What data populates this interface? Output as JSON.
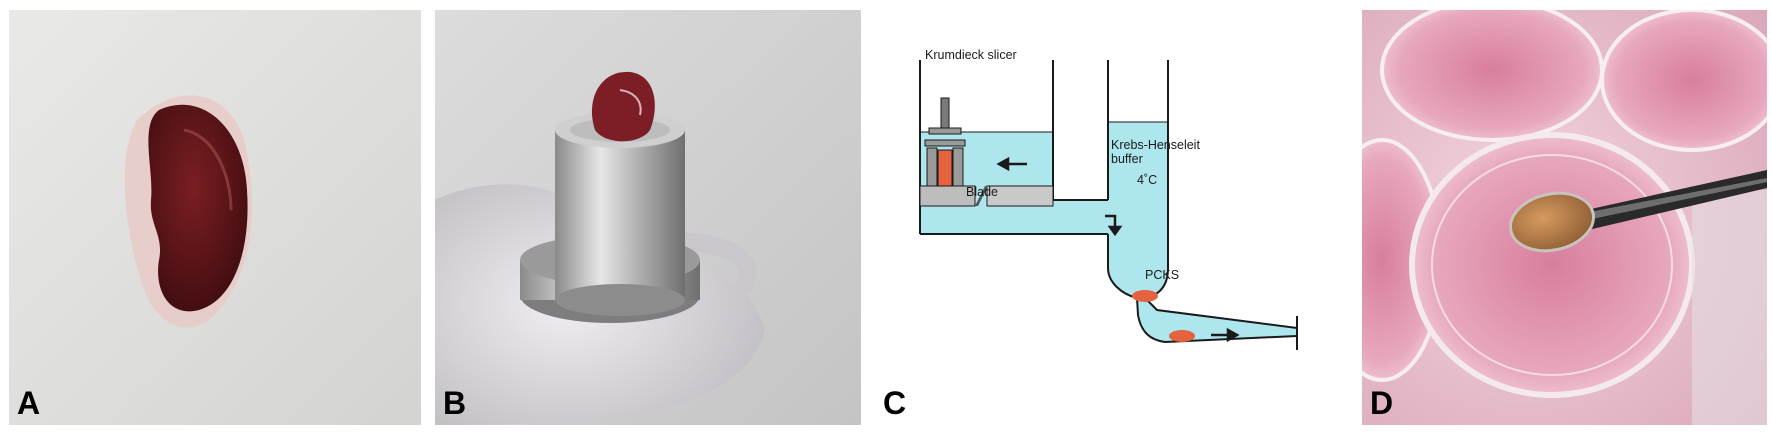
{
  "figure": {
    "panels": [
      {
        "letter": "A"
      },
      {
        "letter": "B"
      },
      {
        "letter": "C",
        "labels": {
          "slicer": "Krumdieck slicer",
          "buffer": "Krebs-Henseleit buffer",
          "temperature": "4˚C",
          "blade": "Blade",
          "slices": "PCKS"
        }
      },
      {
        "letter": "D"
      }
    ]
  },
  "colors": {
    "buffer": "#aee6ee",
    "tissue": "#e4623e",
    "kidney": "#5a1414",
    "medium": "#e8a6bd"
  }
}
